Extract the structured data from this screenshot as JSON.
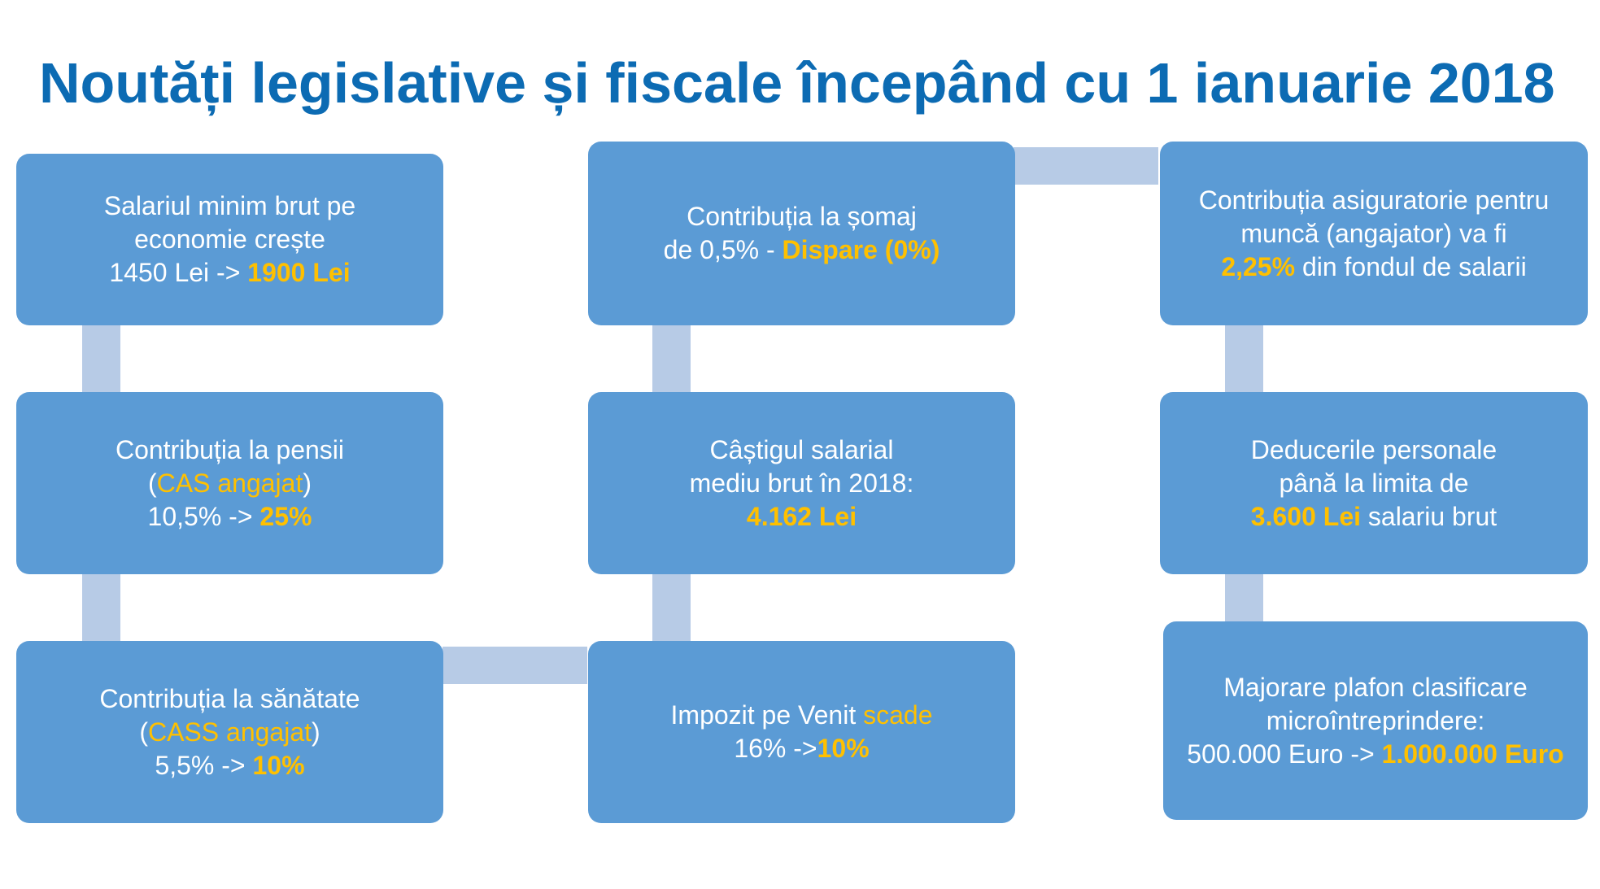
{
  "title": "Noutăți legislative și fiscale începând cu 1 ianuarie 2018",
  "colors": {
    "title": "#0c6bb3",
    "box": "#5b9bd5",
    "connector": "#b7cbe6",
    "highlight": "#ffc000",
    "text": "#ffffff"
  },
  "boxes": {
    "salariu": {
      "l1": "Salariul minim brut pe",
      "l2": "economie crește",
      "l3a": "1450 Lei -> ",
      "l3b": "1900 Lei"
    },
    "pensii": {
      "l1": "Contribuția la pensii",
      "l2a": "(",
      "l2b": "CAS angajat",
      "l2c": ")",
      "l3a": "10,5% -> ",
      "l3b": "25%"
    },
    "sanatate": {
      "l1": "Contribuția la sănătate",
      "l2a": "(",
      "l2b": "CASS angajat",
      "l2c": ")",
      "l3a": "5,5% -> ",
      "l3b": "10%"
    },
    "somaj": {
      "l1": "Contribuția la șomaj",
      "l2a": "de 0,5% - ",
      "l2b": "Dispare (0%)"
    },
    "castig": {
      "l1": "Câștigul salarial",
      "l2": "mediu brut în 2018:",
      "l3": "4.162 Lei"
    },
    "impozit": {
      "l1a": "Impozit pe Venit ",
      "l1b": "scade",
      "l2a": "16% ->",
      "l2b": "10%"
    },
    "asiguratorie": {
      "l1": "Contribuția asiguratorie pentru",
      "l2": "muncă (angajator) va fi",
      "l3a": "2,25%",
      "l3b": " din fondul de salarii"
    },
    "deduceri": {
      "l1": "Deducerile personale",
      "l2": "până la limita de",
      "l3a": "3.600 Lei",
      "l3b": " salariu brut"
    },
    "plafon": {
      "l1": "Majorare plafon clasificare",
      "l2": "microîntreprindere:",
      "l3a": "500.000 Euro -> ",
      "l3b": "1.000.000 Euro"
    }
  }
}
